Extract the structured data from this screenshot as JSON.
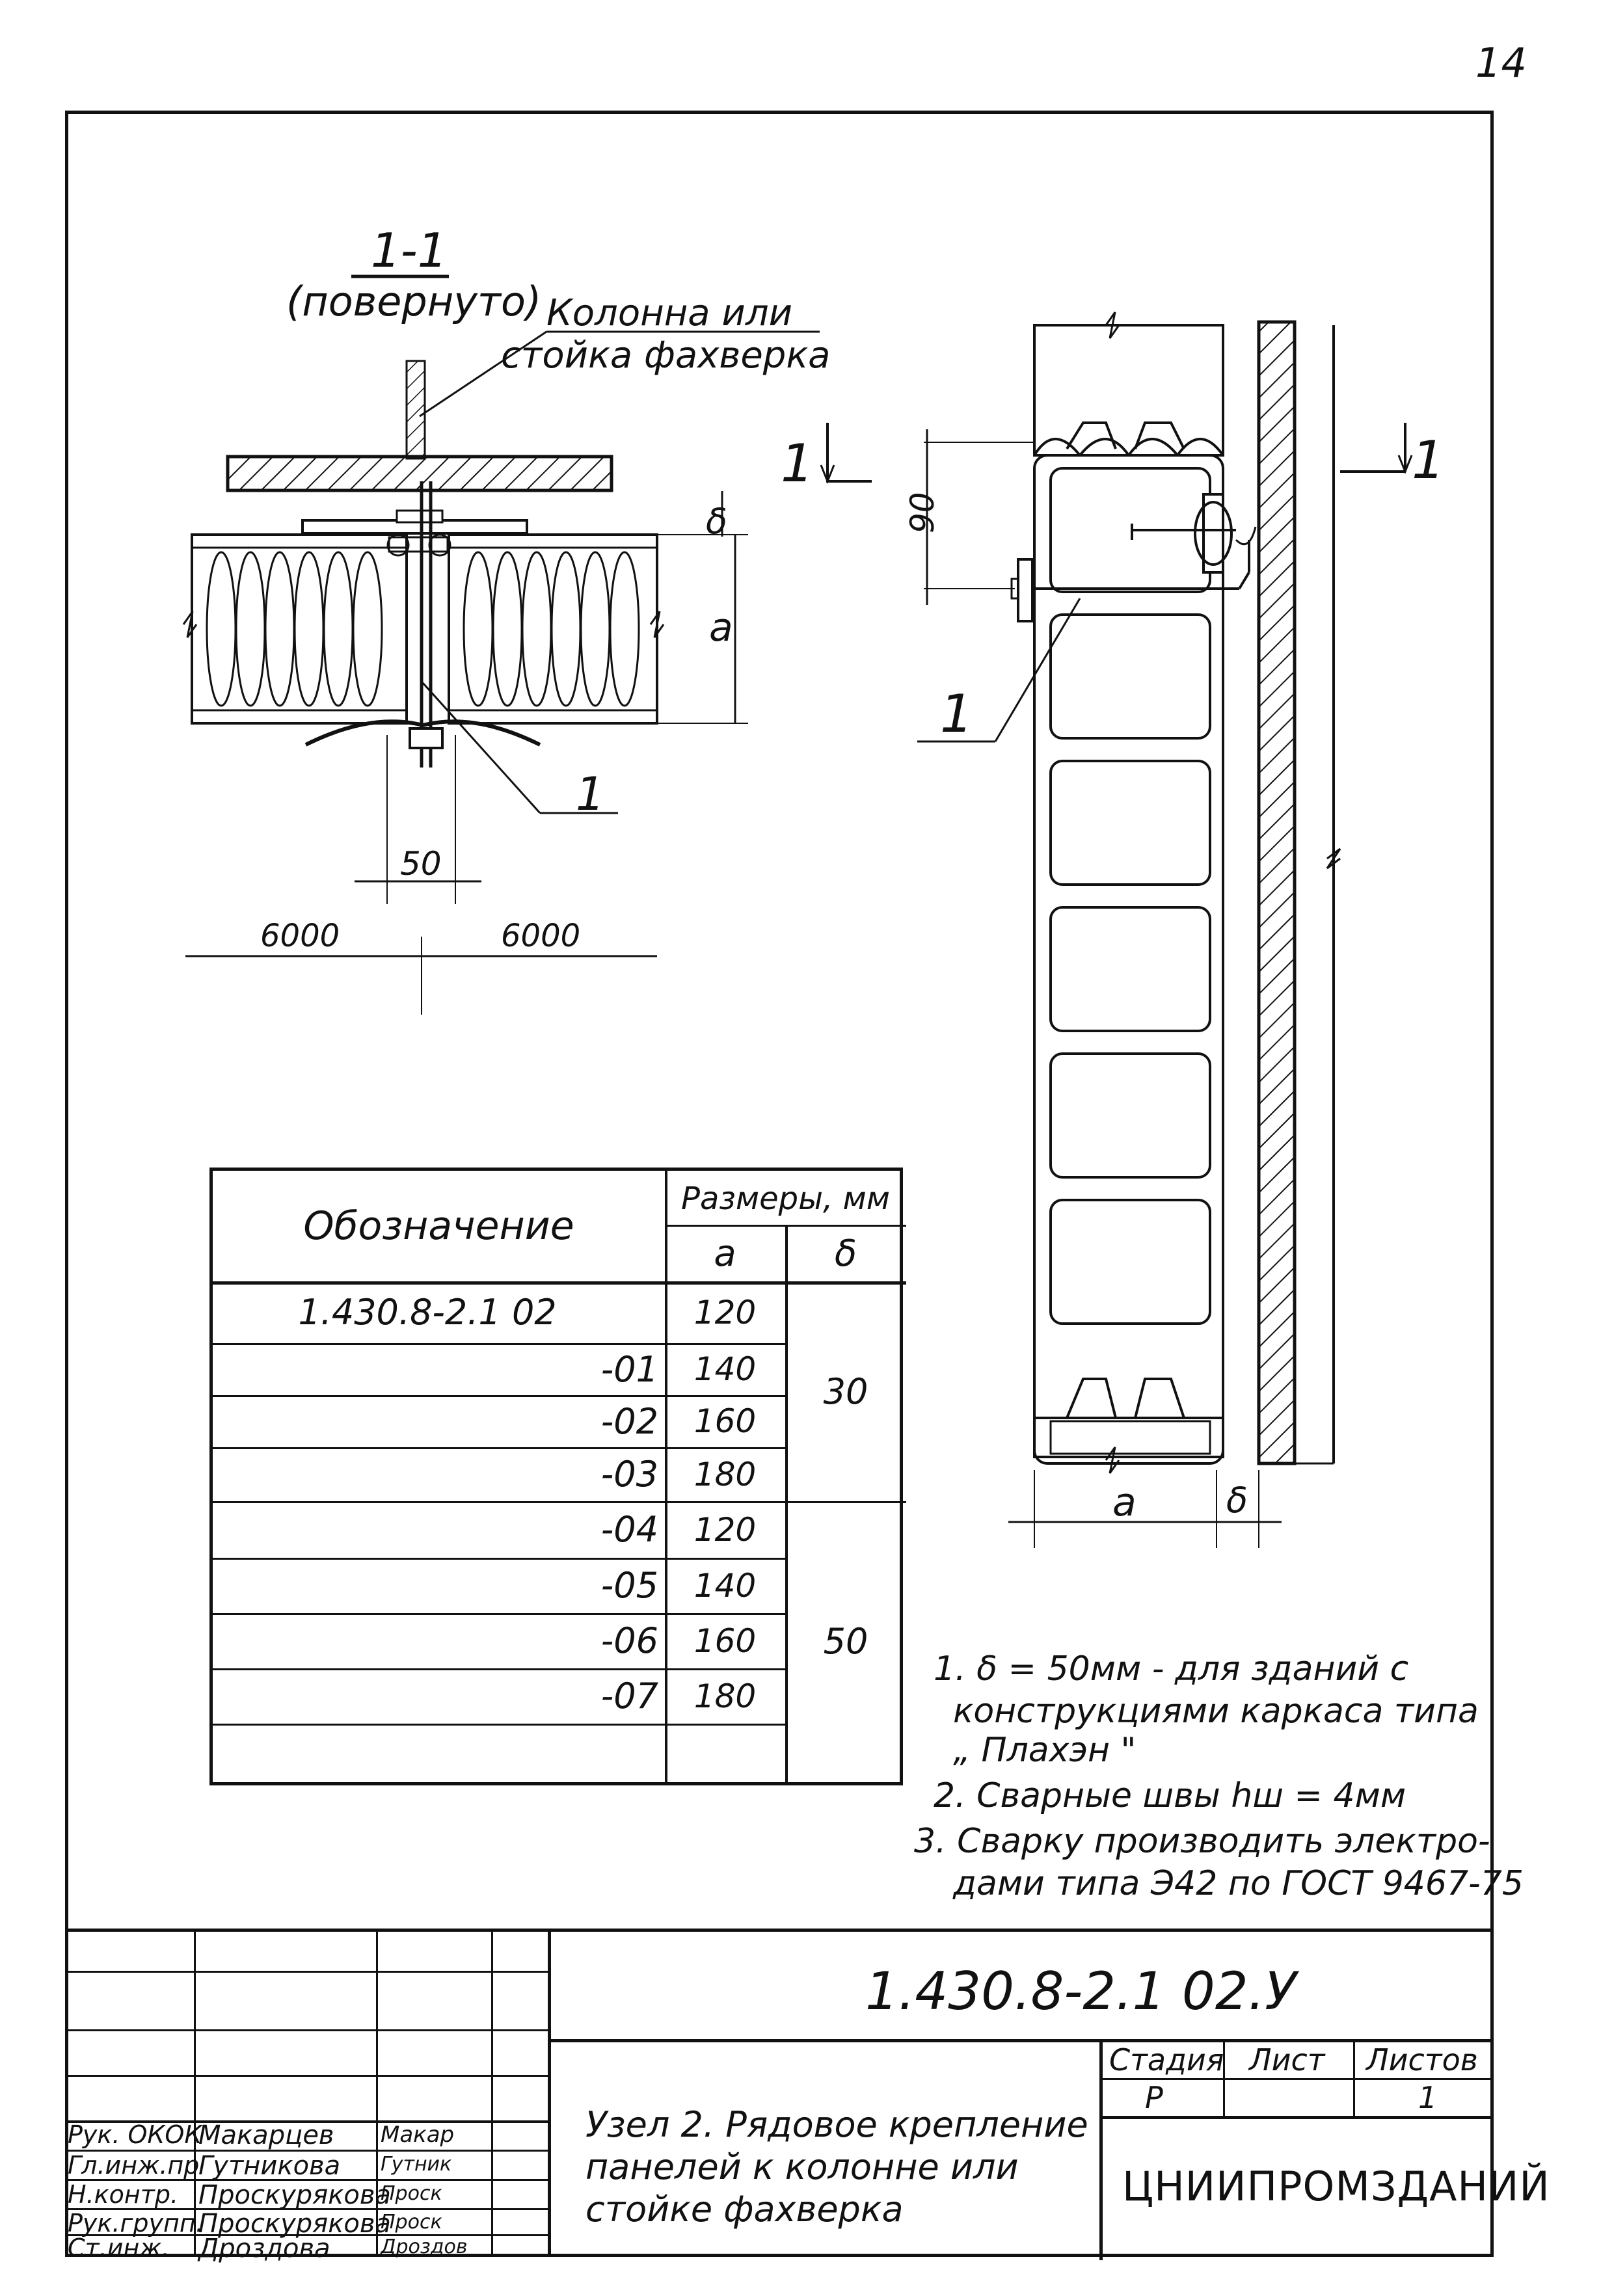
{
  "page_number": "14",
  "section": {
    "title": "1-1",
    "subtitle": "(повернуто)",
    "column_label_line1": "Колонна или",
    "column_label_line2": "стойка фахверка",
    "dim_delta": "δ",
    "dim_a": "a",
    "dim_50": "50",
    "dim_6000_left": "6000",
    "dim_6000_right": "6000",
    "callout_1": "1"
  },
  "elevation": {
    "cut_mark_left": "1",
    "cut_mark_right": "1",
    "dim_90": "90",
    "callout_1": "1",
    "dim_a": "a",
    "dim_delta": "δ"
  },
  "table": {
    "header_designation": "Обозначение",
    "header_sizes": "Размеры, мм",
    "col_a": "a",
    "col_delta": "δ",
    "rows": [
      {
        "designation": "1.430.8-2.1 02",
        "a": "120"
      },
      {
        "designation": "-01",
        "a": "140"
      },
      {
        "designation": "-02",
        "a": "160"
      },
      {
        "designation": "-03",
        "a": "180"
      },
      {
        "designation": "-04",
        "a": "120"
      },
      {
        "designation": "-05",
        "a": "140"
      },
      {
        "designation": "-06",
        "a": "160"
      },
      {
        "designation": "-07",
        "a": "180"
      }
    ],
    "delta_group_1": "30",
    "delta_group_2": "50"
  },
  "notes": [
    "1. δ = 50мм - для зданий с",
    "конструкциями каркаса типа",
    "„ Плахэн \"",
    "2. Сварные швы hш = 4мм",
    "3. Сварку производить электро-",
    "дами типа Э42 по ГОСТ 9467-75"
  ],
  "title_block": {
    "document_code": "1.430.8-2.1 02.У",
    "drawing_title_line1": "Узел 2. Рядовое крепление",
    "drawing_title_line2": "панелей к колонне или",
    "drawing_title_line3": "стойке фахверка",
    "stage_label": "Стадия",
    "sheet_label": "Лист",
    "sheets_label": "Листов",
    "stage_value": "Р",
    "sheets_value": "1",
    "organization": "ЦНИИПРОМЗДАНИЙ",
    "staff": [
      {
        "role": "Рук. ОКОК",
        "name": "Макарцев",
        "signature": "Макар"
      },
      {
        "role": "Гл.инж.пр",
        "name": "Гутникова",
        "signature": "Гутник"
      },
      {
        "role": "Н.контр.",
        "name": "Проскурякова",
        "signature": "Проск"
      },
      {
        "role": "Рук.групп.",
        "name": "Проскурякова",
        "signature": "Проск"
      },
      {
        "role": "Ст.инж.",
        "name": "Дроздова",
        "signature": "Дроздов"
      }
    ]
  }
}
